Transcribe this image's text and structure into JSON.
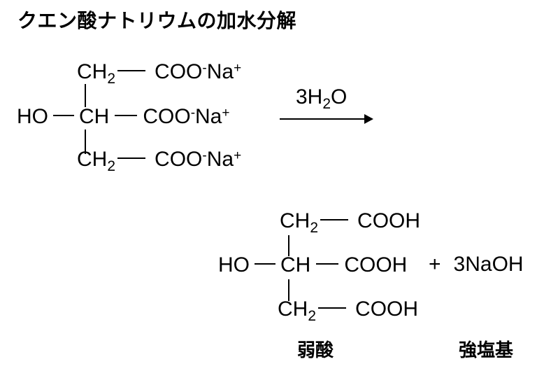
{
  "title": "クエン酸ナトリウムの加水分解",
  "arrow": {
    "label_pre": "3H",
    "label_sub": "2",
    "label_post": "O"
  },
  "sodium_citrate": {
    "top": {
      "ch": "CH",
      "sub": "2",
      "coo": "COO",
      "minus": "-",
      "na": "Na",
      "plus": "+"
    },
    "mid": {
      "ho": "HO",
      "ch": "CH",
      "coo": "COO",
      "minus": "-",
      "na": "Na",
      "plus": "+"
    },
    "bottom": {
      "ch": "CH",
      "sub": "2",
      "coo": "COO",
      "minus": "-",
      "na": "Na",
      "plus": "+"
    }
  },
  "citric_acid": {
    "top": {
      "ch": "CH",
      "sub": "2",
      "cooh": "COOH"
    },
    "mid": {
      "ho": "HO",
      "ch": "CH",
      "cooh": "COOH"
    },
    "bottom": {
      "ch": "CH",
      "sub": "2",
      "cooh": "COOH"
    }
  },
  "products": {
    "plus": "+",
    "naoh": "3NaOH"
  },
  "labels": {
    "weak_acid": "弱酸",
    "strong_base": "強塩基"
  },
  "colors": {
    "ink": "#000000",
    "background": "#ffffff"
  }
}
